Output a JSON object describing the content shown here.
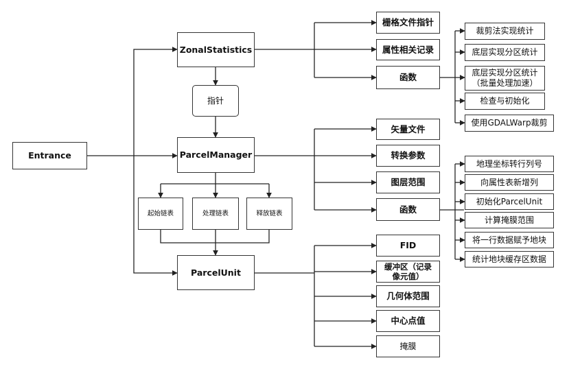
{
  "nodes": {
    "entrance": "Entrance",
    "zonal_statistics": "ZonalStatistics",
    "pointer": "指针",
    "parcel_manager": "ParcelManager",
    "parcel_unit": "ParcelUnit",
    "start_list": "起始链表",
    "process_list": "处理链表",
    "release_list": "释放链表",
    "raster_file_pointer": "栅格文件指针",
    "attribute_records": "属性相关记录",
    "zs_function": "函数",
    "zs_fn_items": [
      "裁剪法实现统计",
      "底层实现分区统计",
      "底层实现分区统计\n（批量处理加速）",
      "检查与初始化",
      "使用GDALWarp裁剪"
    ],
    "vector_file": "矢量文件",
    "transform_params": "转换参数",
    "layer_extent": "图层范围",
    "pm_function": "函数",
    "pm_fn_items": [
      "地理坐标转行列号",
      "向属性表新增列",
      "初始化ParcelUnit",
      "计算掩膜范围",
      "将一行数据赋予地块",
      "统计地块缓存区数据"
    ],
    "fid": "FID",
    "buffer": "缓冲区（记录\n像元值）",
    "geometry_extent": "几何体范围",
    "center_value": "中心点值",
    "mask": "掩膜"
  }
}
